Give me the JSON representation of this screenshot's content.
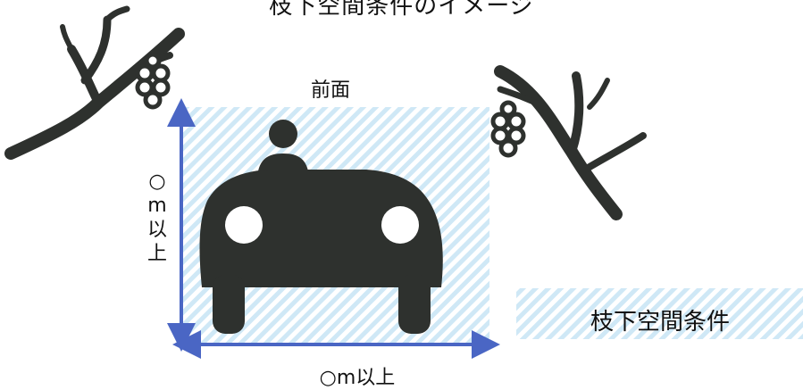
{
  "title": "枝下空間条件のイメージ",
  "front_label": "前面",
  "height_label": [
    "○",
    "m",
    "以",
    "上"
  ],
  "width_label": "○m以上",
  "legend_label": "枝下空間条件",
  "colors": {
    "hatch": "#cfe8f6",
    "arrow": "#4a66c4",
    "silhouette": "#2e312e"
  },
  "icons": [
    "tree-branch-left-icon",
    "grape-cluster-icon",
    "tree-branch-right-icon",
    "car-icon",
    "driver-icon"
  ]
}
